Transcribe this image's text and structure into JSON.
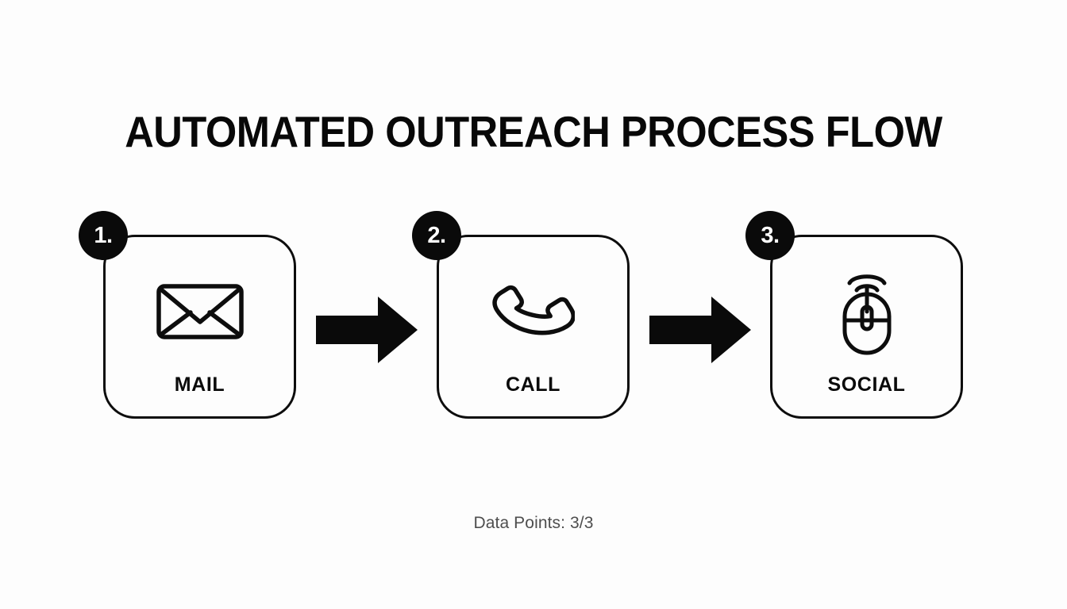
{
  "slide": {
    "title": "AUTOMATED OUTREACH PROCESS FLOW",
    "background_color": "#fdfdfd",
    "ink_color": "#0a0a0a",
    "footer": "Data Points: 3/3"
  },
  "flow": {
    "connector_icon": "arrow-right-icon",
    "steps": [
      {
        "number": "1.",
        "label": "MAIL",
        "icon": "envelope-icon"
      },
      {
        "number": "2.",
        "label": "CALL",
        "icon": "phone-handset-icon"
      },
      {
        "number": "3.",
        "label": "SOCIAL",
        "icon": "wireless-mouse-icon"
      }
    ]
  }
}
